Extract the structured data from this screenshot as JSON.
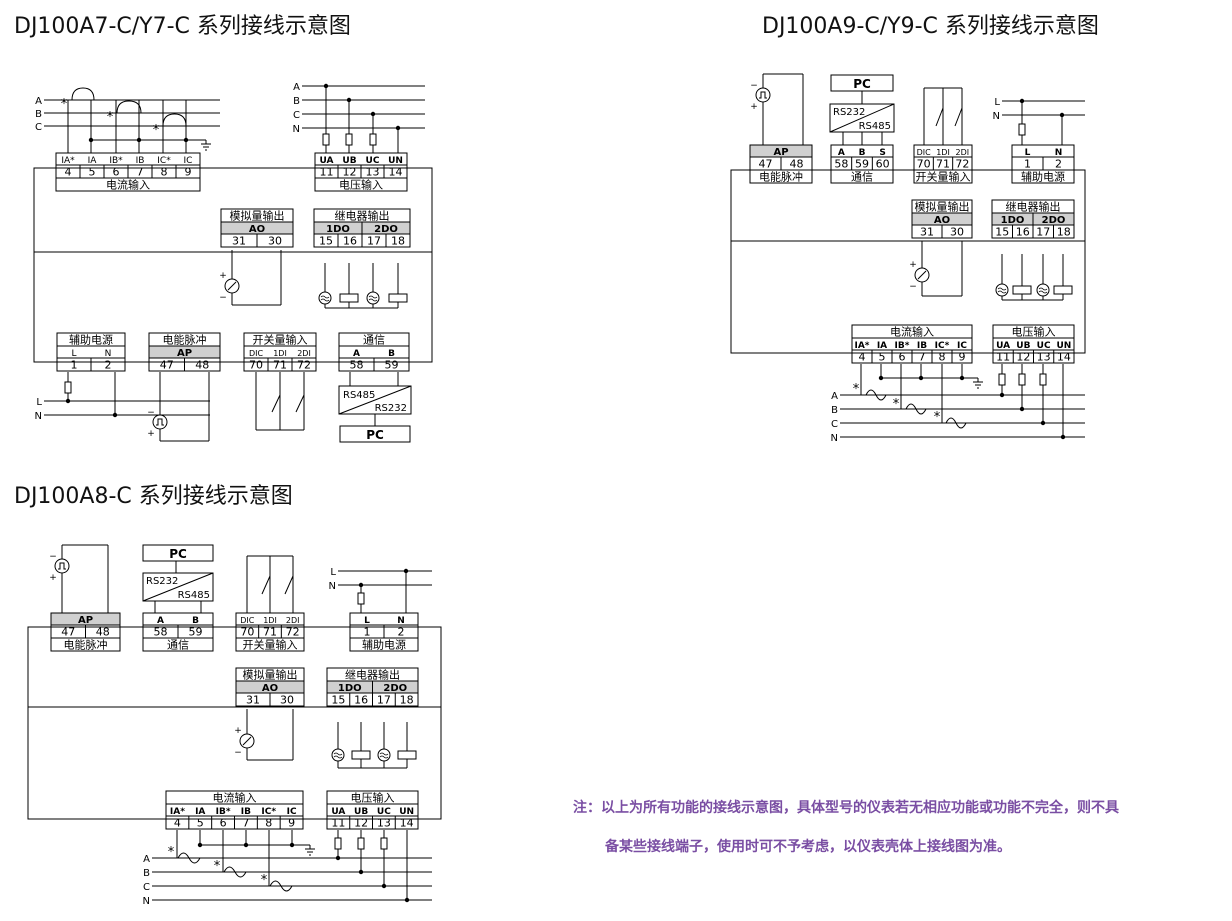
{
  "titles": {
    "a7": "DJ100A7-C/Y7-C 系列接线示意图",
    "a9": "DJ100A9-C/Y9-C 系列接线示意图",
    "a8": "DJ100A8-C 系列接线示意图"
  },
  "note": {
    "line1": "注：以上为所有功能的接线示意图，具体型号的仪表若无相应功能或功能不完全，则不具",
    "line2": "备某些接线端子，使用时可不予考虑，以仪表壳体上接线图为准。"
  },
  "labels": {
    "current_input": "电流输入",
    "voltage_input": "电压输入",
    "analog_output": "模拟量输出",
    "ao": "AO",
    "relay_output": "继电器输出",
    "do1": "1DO",
    "do2": "2DO",
    "aux_power": "辅助电源",
    "energy_pulse": "电能脉冲",
    "ap": "AP",
    "switch_input": "开关量输入",
    "comm": "通信",
    "pc": "PC",
    "rs485": "RS485",
    "rs232": "RS232"
  },
  "terminals": {
    "current": [
      "4",
      "5",
      "6",
      "7",
      "8",
      "9"
    ],
    "current_names": [
      "IA*",
      "IA",
      "IB*",
      "IB",
      "IC*",
      "IC"
    ],
    "voltage": [
      "11",
      "12",
      "13",
      "14"
    ],
    "voltage_names": [
      "UA",
      "UB",
      "UC",
      "UN"
    ],
    "ao": [
      "31",
      "30"
    ],
    "relay": [
      "15",
      "16",
      "17",
      "18"
    ],
    "aux": [
      "1",
      "2"
    ],
    "aux_names": [
      "L",
      "N"
    ],
    "ap": [
      "47",
      "48"
    ],
    "switch": [
      "70",
      "71",
      "72"
    ],
    "switch_names": [
      "DIC",
      "1DI",
      "2DI"
    ],
    "comm2": [
      "58",
      "59"
    ],
    "comm2_names": [
      "A",
      "B"
    ],
    "comm3": [
      "58",
      "59",
      "60"
    ],
    "comm3_names": [
      "A",
      "B",
      "S"
    ]
  },
  "phases": {
    "abcn": [
      "A",
      "B",
      "C",
      "N"
    ],
    "ln": [
      "L",
      "N"
    ]
  },
  "colors": {
    "line": "#000000",
    "header_fill": "#d0d0d0",
    "note_text": "#7a4ea3"
  }
}
